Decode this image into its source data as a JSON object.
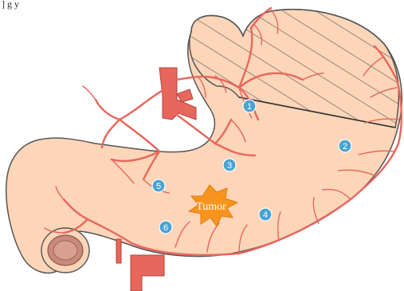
{
  "colors": {
    "stomach_fill": "#fdd5b8",
    "outline": "#555555",
    "artery": "#e8675d",
    "artery_stroke": "#b0433c",
    "node": "#4aa3d1",
    "tumor": "#f7941d",
    "mucosa": "#c98a7a"
  },
  "top_text": "] g    y",
  "tumor": {
    "label": "Tumor"
  },
  "nodes": [
    {
      "label": "1"
    },
    {
      "label": "2"
    },
    {
      "label": "3"
    },
    {
      "label": "4"
    },
    {
      "label": "5"
    },
    {
      "label": "6"
    }
  ]
}
